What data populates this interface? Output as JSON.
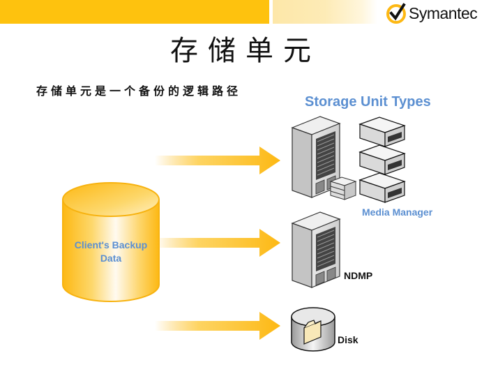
{
  "header": {
    "brand_name": "Symantec",
    "logo_icon": "checkmark-logo-icon",
    "colors": {
      "bar": "#fec20e",
      "fade": "#fde7a8"
    }
  },
  "slide": {
    "title": "存储单元",
    "subtitle": "存储单元是一个备份的逻辑路径"
  },
  "diagram": {
    "source": {
      "label_line1": "Client's Backup",
      "label_line2": "Data",
      "icon": "database-cylinder-icon",
      "color": "#fdb813"
    },
    "heading": "Storage Unit Types",
    "types": [
      {
        "label": "Media Manager",
        "icon": "tape-library-icon"
      },
      {
        "label": "NDMP",
        "icon": "server-rack-icon"
      },
      {
        "label": "Disk",
        "icon": "disk-folder-icon"
      }
    ],
    "arrow_color": "#fdb813",
    "label_color": "#5b8fd1"
  }
}
